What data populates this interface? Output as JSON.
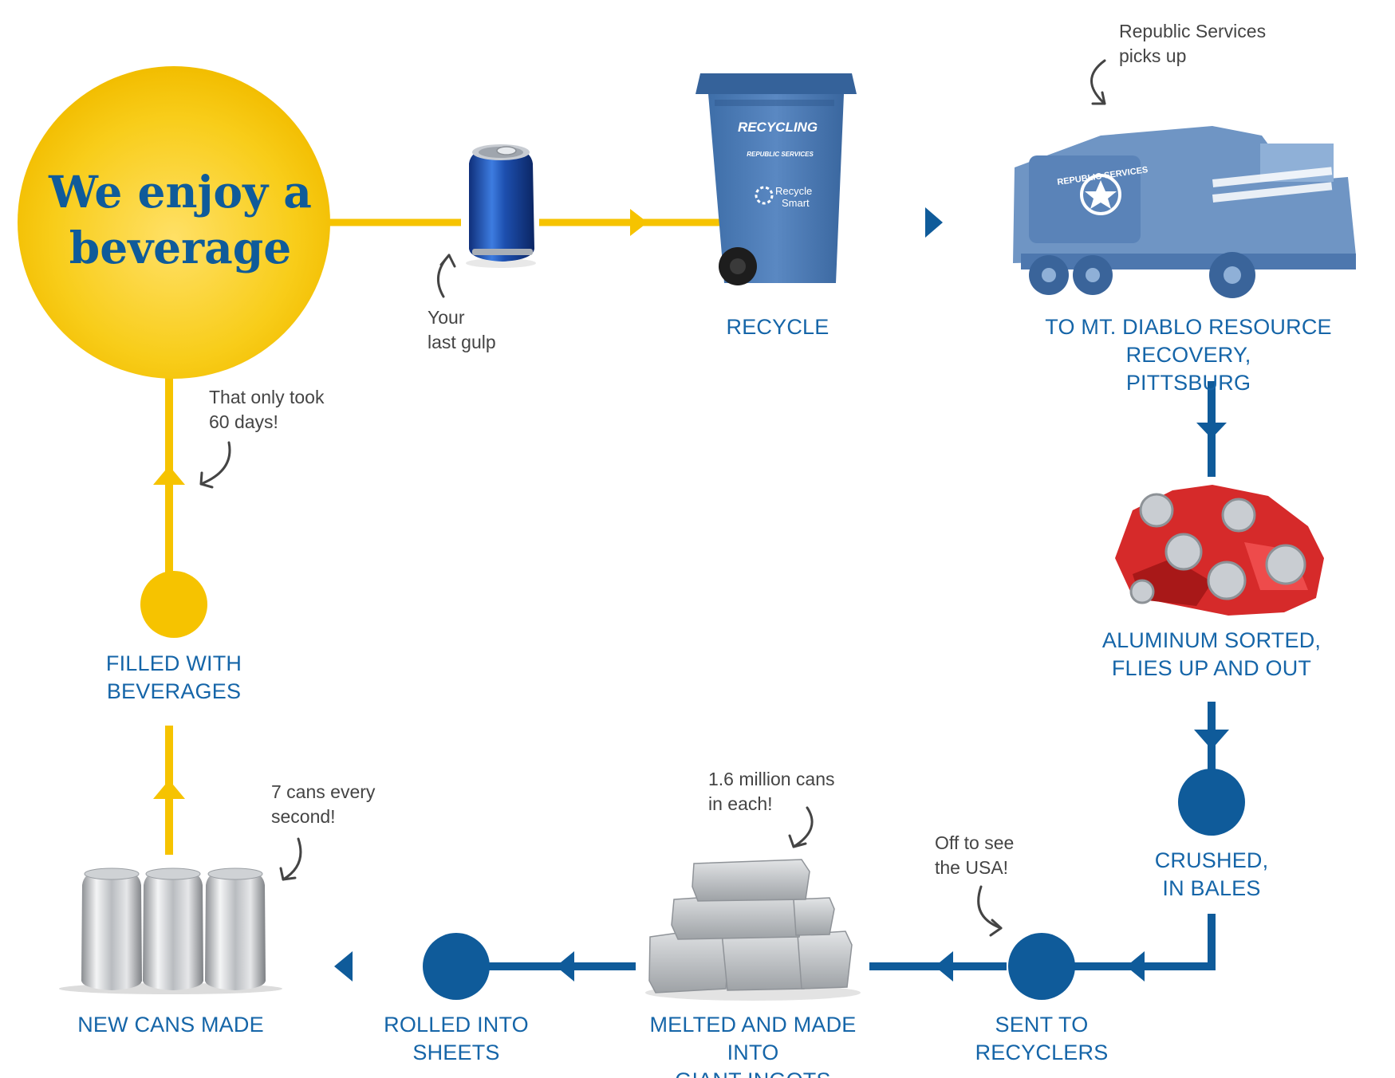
{
  "hero": {
    "line1": "We enjoy a",
    "line2": "beverage"
  },
  "bin": {
    "label": "RECYCLING",
    "brand": "REPUBLIC SERVICES",
    "program_line1": "Recycle",
    "program_line2": "Smart"
  },
  "truck": {
    "brand": "REPUBLIC SERVICES"
  },
  "steps": {
    "recycle": {
      "line1": "RECYCLE"
    },
    "mt_diablo": {
      "line1": "TO MT. DIABLO RESOURCE RECOVERY,",
      "line2": "PITTSBURG"
    },
    "aluminum_sorted": {
      "line1": "ALUMINUM SORTED,",
      "line2": "FLIES UP AND OUT"
    },
    "crushed": {
      "line1": "CRUSHED,",
      "line2": "IN BALES"
    },
    "sent_to_recyclers": {
      "line1": "SENT TO",
      "line2": "RECYCLERS"
    },
    "melted": {
      "line1": "MELTED AND MADE INTO",
      "line2": "GIANT INGOTS"
    },
    "rolled": {
      "line1": "ROLLED INTO",
      "line2": "SHEETS"
    },
    "new_cans": {
      "line1": "NEW CANS MADE"
    },
    "filled": {
      "line1": "FILLED WITH",
      "line2": "BEVERAGES"
    }
  },
  "notes": {
    "last_gulp": {
      "line1": "Your",
      "line2": "last gulp"
    },
    "republic": {
      "line1": "Republic Services",
      "line2": "picks up"
    },
    "ingots": {
      "line1": "1.6 million cans",
      "line2": "in each!"
    },
    "usa": {
      "line1": "Off to see",
      "line2": "the USA!"
    },
    "cans_per_second": {
      "line1": "7 cans every",
      "line2": "second!"
    },
    "sixty_days": {
      "line1": "That only took",
      "line2": "60 days!"
    }
  },
  "colors": {
    "yellow": "#f6c300",
    "blue": "#0f5b9a",
    "label_blue": "#1565a8",
    "can_blue": "#1d4fae",
    "bin_blue": "#4a7ab8",
    "crushed_red": "#d62a2a",
    "aluminum": "#b9bcc0",
    "note_gray": "#444444"
  },
  "icons": [
    "beverage-can-icon",
    "recycling-bin-icon",
    "garbage-truck-icon",
    "crushed-cans-icon",
    "aluminum-ingots-icon",
    "new-cans-icon",
    "curved-arrow-icon"
  ]
}
